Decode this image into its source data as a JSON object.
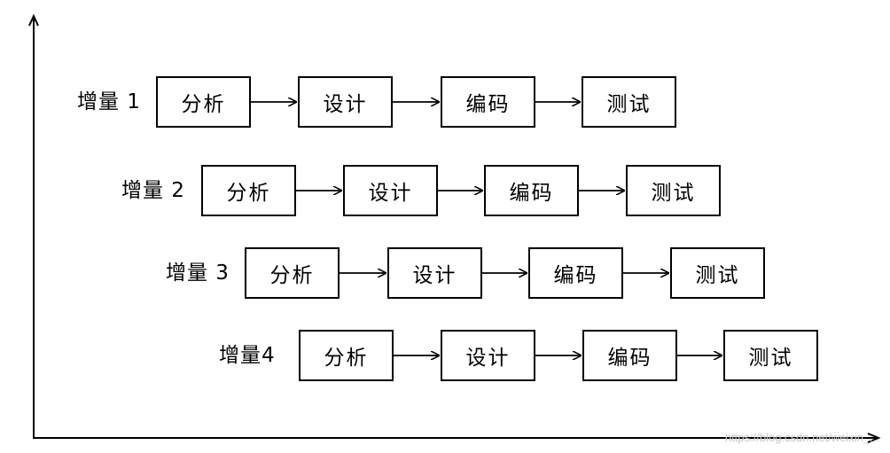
{
  "axis": {
    "color": "#000000"
  },
  "rows": [
    {
      "label": "增量 1",
      "steps": [
        "分析",
        "设计",
        "编码",
        "测试"
      ]
    },
    {
      "label": "增量 2",
      "steps": [
        "分析",
        "设计",
        "编码",
        "测试"
      ]
    },
    {
      "label": "增量 3",
      "steps": [
        "分析",
        "设计",
        "编码",
        "测试"
      ]
    },
    {
      "label": "增量4",
      "steps": [
        "分析",
        "设计",
        "编码",
        "测试"
      ]
    }
  ],
  "watermark": "https://blog.csdn.net/weixin_..."
}
